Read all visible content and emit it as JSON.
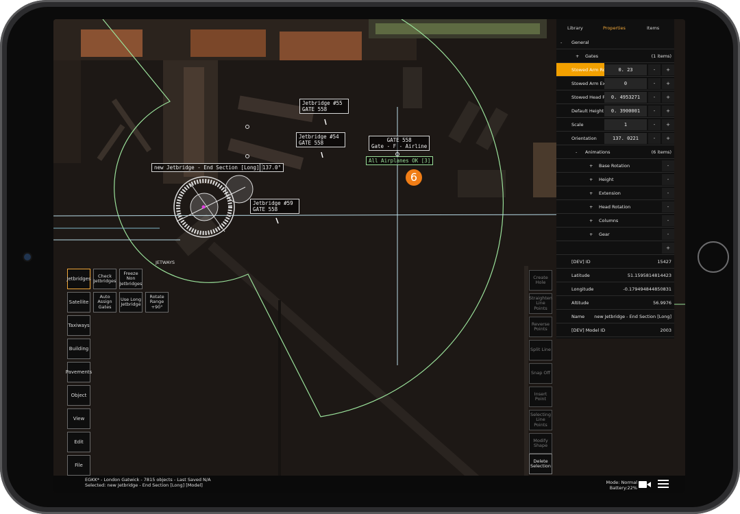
{
  "panel": {
    "tabs": [
      "Library",
      "Properties",
      "Items"
    ],
    "active_tab": "Properties",
    "general_label": "General",
    "gates": {
      "label": "Gates",
      "count": "(1 items)"
    },
    "properties": [
      {
        "label": "Stowed Arm Ro",
        "value": "0. 23"
      },
      {
        "label": "Stowed Arm Ex",
        "value": "0"
      },
      {
        "label": "Stowed Head R",
        "value": "0. 4953271"
      },
      {
        "label": "Default Height",
        "value": "0. 3900001"
      },
      {
        "label": "Scale",
        "value": "1"
      },
      {
        "label": "Orientation",
        "value": "137. 0221"
      }
    ],
    "animations": {
      "label": "Animations",
      "count": "(6 items)"
    },
    "animation_items": [
      "Base Rotation",
      "Height",
      "Extension",
      "Head Rotation",
      "Columns",
      "Gear"
    ],
    "info": [
      {
        "label": "[DEV] ID",
        "value": "15427"
      },
      {
        "label": "Latitude",
        "value": "51.1595814814423"
      },
      {
        "label": "Longitude",
        "value": "-0.179494844850831"
      },
      {
        "label": "Altitude",
        "value": "56.9976"
      },
      {
        "label": "Name",
        "value": "new Jetbridge - End Section [Long]"
      },
      {
        "label": "[DEV] Model ID",
        "value": "2003"
      }
    ],
    "minus": "-",
    "plus": "+"
  },
  "map": {
    "labels": [
      {
        "text": "Jetbridge #55\nGATE 558"
      },
      {
        "text": "Jetbridge #54\nGATE 558"
      },
      {
        "text": "Jetbridge #59\nGATE 558"
      },
      {
        "text": "GATE 558\nGate - F - Airline"
      },
      {
        "text": "All Airplanes OK [3]"
      },
      {
        "text": "new Jetbridge - End Section [Long]"
      },
      {
        "text": "137.0°"
      }
    ],
    "badge": "6"
  },
  "left_tools": [
    "Jetbridges",
    "Satellite",
    "Taxiways",
    "Building",
    "Pavements",
    "Object",
    "View",
    "Edit",
    "File"
  ],
  "jetways": {
    "title": "JETWAYS",
    "buttons": [
      "Check Jetbridges",
      "Freeze Non Jetbridges",
      "Auto Assign Gates",
      "Use Long Jetbridge",
      "Rotate Range +90°"
    ]
  },
  "right_tools": [
    "Create Hole",
    "Straighten Line Points",
    "Reverse Points",
    "Split Line",
    "Snap Off",
    "Insert Point",
    "Selecting Line Points",
    "Modify Shape",
    "Delete Selection"
  ],
  "status": {
    "line1": "EGKK* - London Gatwick - 7815 objects - Last Saved N/A",
    "line2": "Selected: new Jetbridge - End Section [Long] [Model]",
    "mode": "Mode: Normal",
    "battery": "Battery:22%"
  },
  "colors": {
    "accent": "#f2a000",
    "overlay_green": "#9be29b",
    "badge": "#f07d16"
  }
}
